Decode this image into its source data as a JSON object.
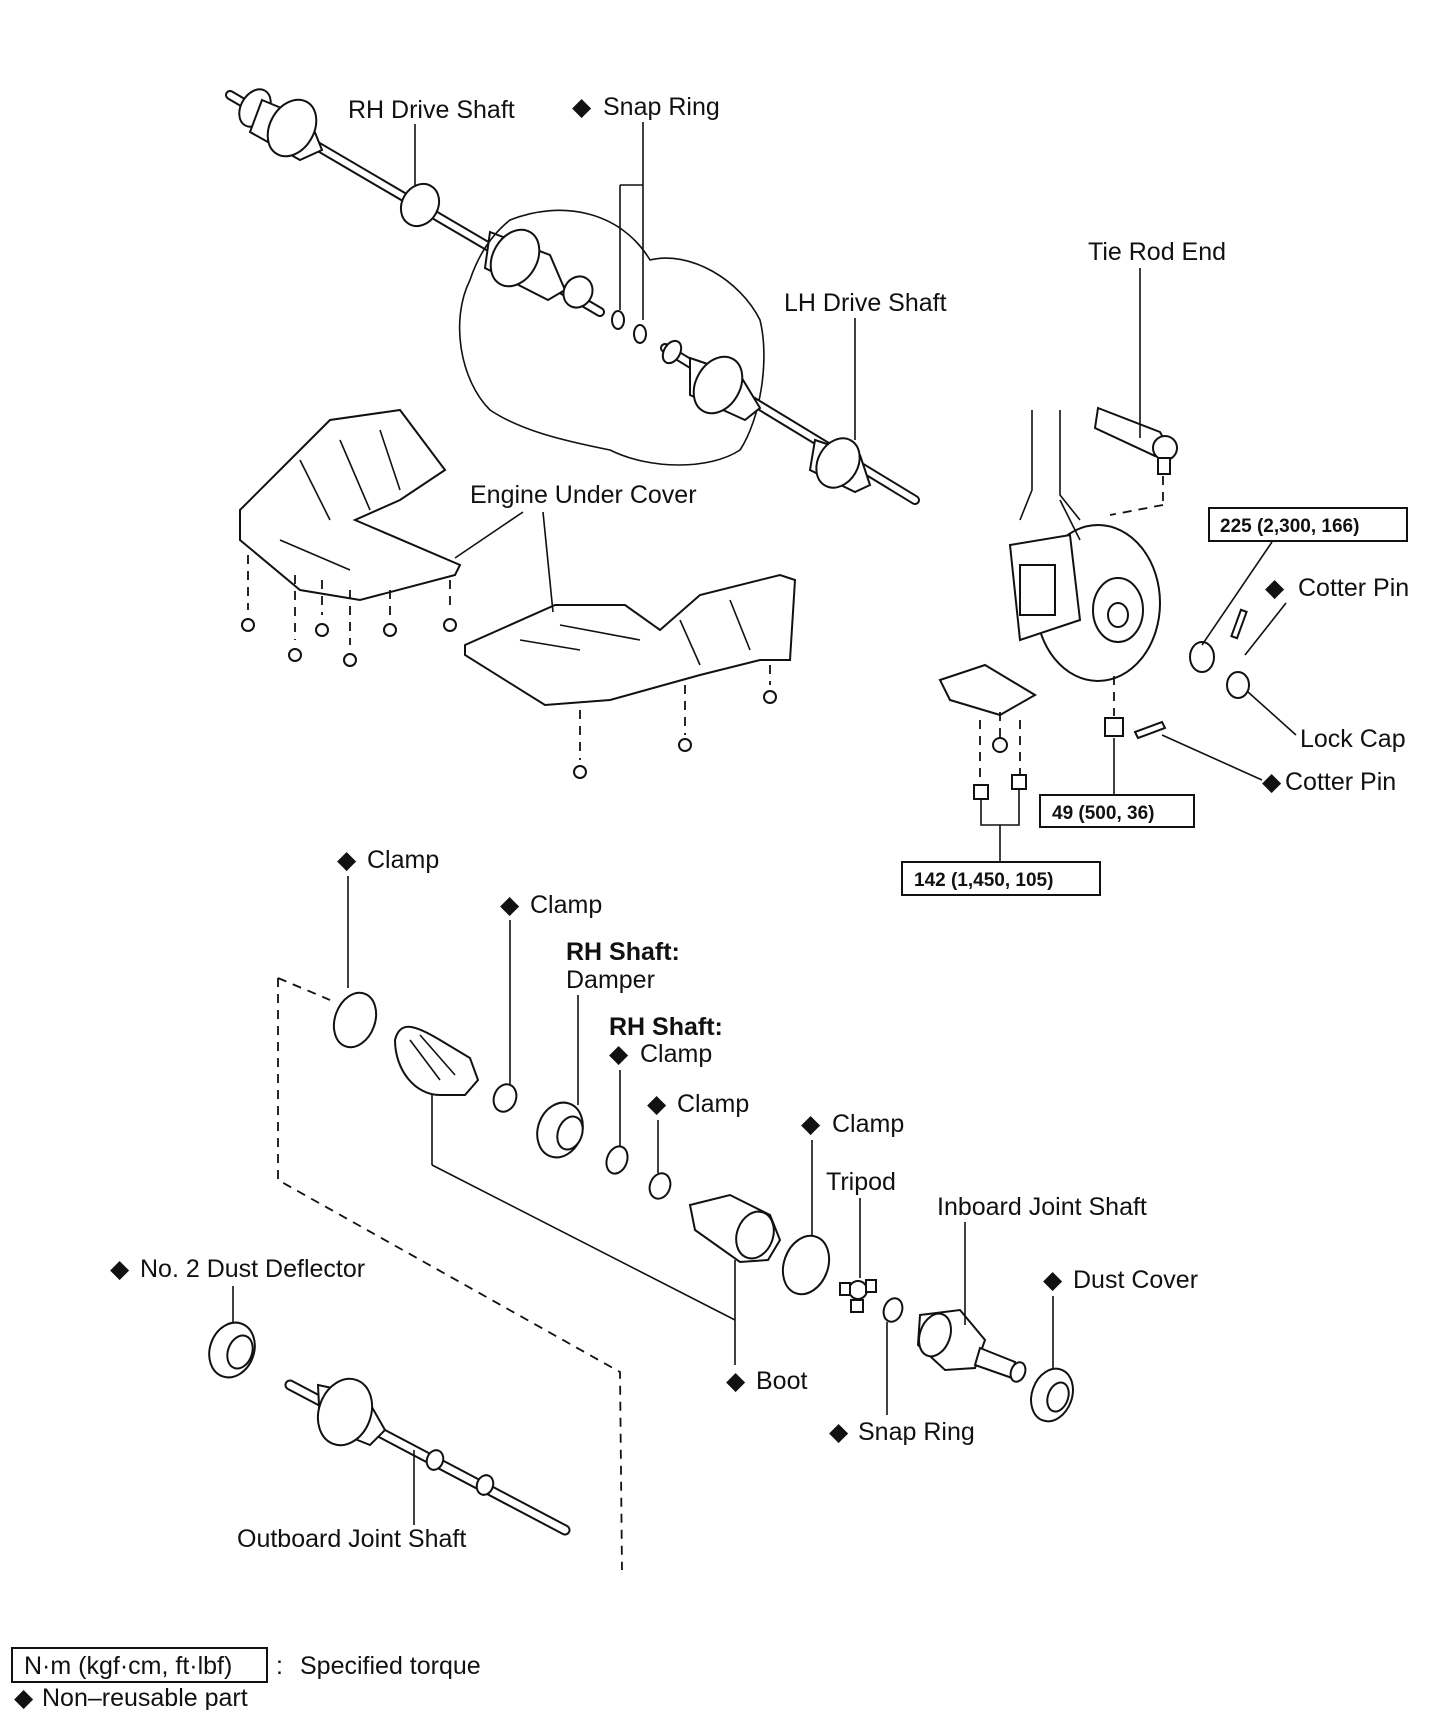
{
  "diamond": "◆",
  "labels": {
    "rh_drive_shaft": "RH Drive Shaft",
    "snap_ring_top": "Snap Ring",
    "tie_rod_end": "Tie Rod End",
    "lh_drive_shaft": "LH Drive Shaft",
    "engine_under_cover": "Engine Under Cover",
    "cotter_pin_1": "Cotter Pin",
    "lock_cap": "Lock Cap",
    "cotter_pin_2": "Cotter Pin",
    "clamp_1": "Clamp",
    "clamp_2": "Clamp",
    "rh_shaft_1": "RH Shaft:",
    "damper": "Damper",
    "rh_shaft_2": "RH Shaft:",
    "clamp_3": "Clamp",
    "clamp_4": "Clamp",
    "clamp_5": "Clamp",
    "tripod": "Tripod",
    "inboard_joint_shaft": "Inboard Joint Shaft",
    "no2_dust_deflector": "No. 2 Dust Deflector",
    "dust_cover": "Dust Cover",
    "boot": "Boot",
    "snap_ring_bottom": "Snap Ring",
    "outboard_joint_shaft": "Outboard Joint Shaft"
  },
  "torques": {
    "t225": "225 (2,300, 166)",
    "t49": "49 (500, 36)",
    "t142": "142 (1,450, 105)"
  },
  "legend": {
    "unit_box": "N·m (kgf·cm, ft·lbf)",
    "colon": ":",
    "specified_torque": "Specified torque",
    "non_reusable": "Non–reusable part"
  }
}
